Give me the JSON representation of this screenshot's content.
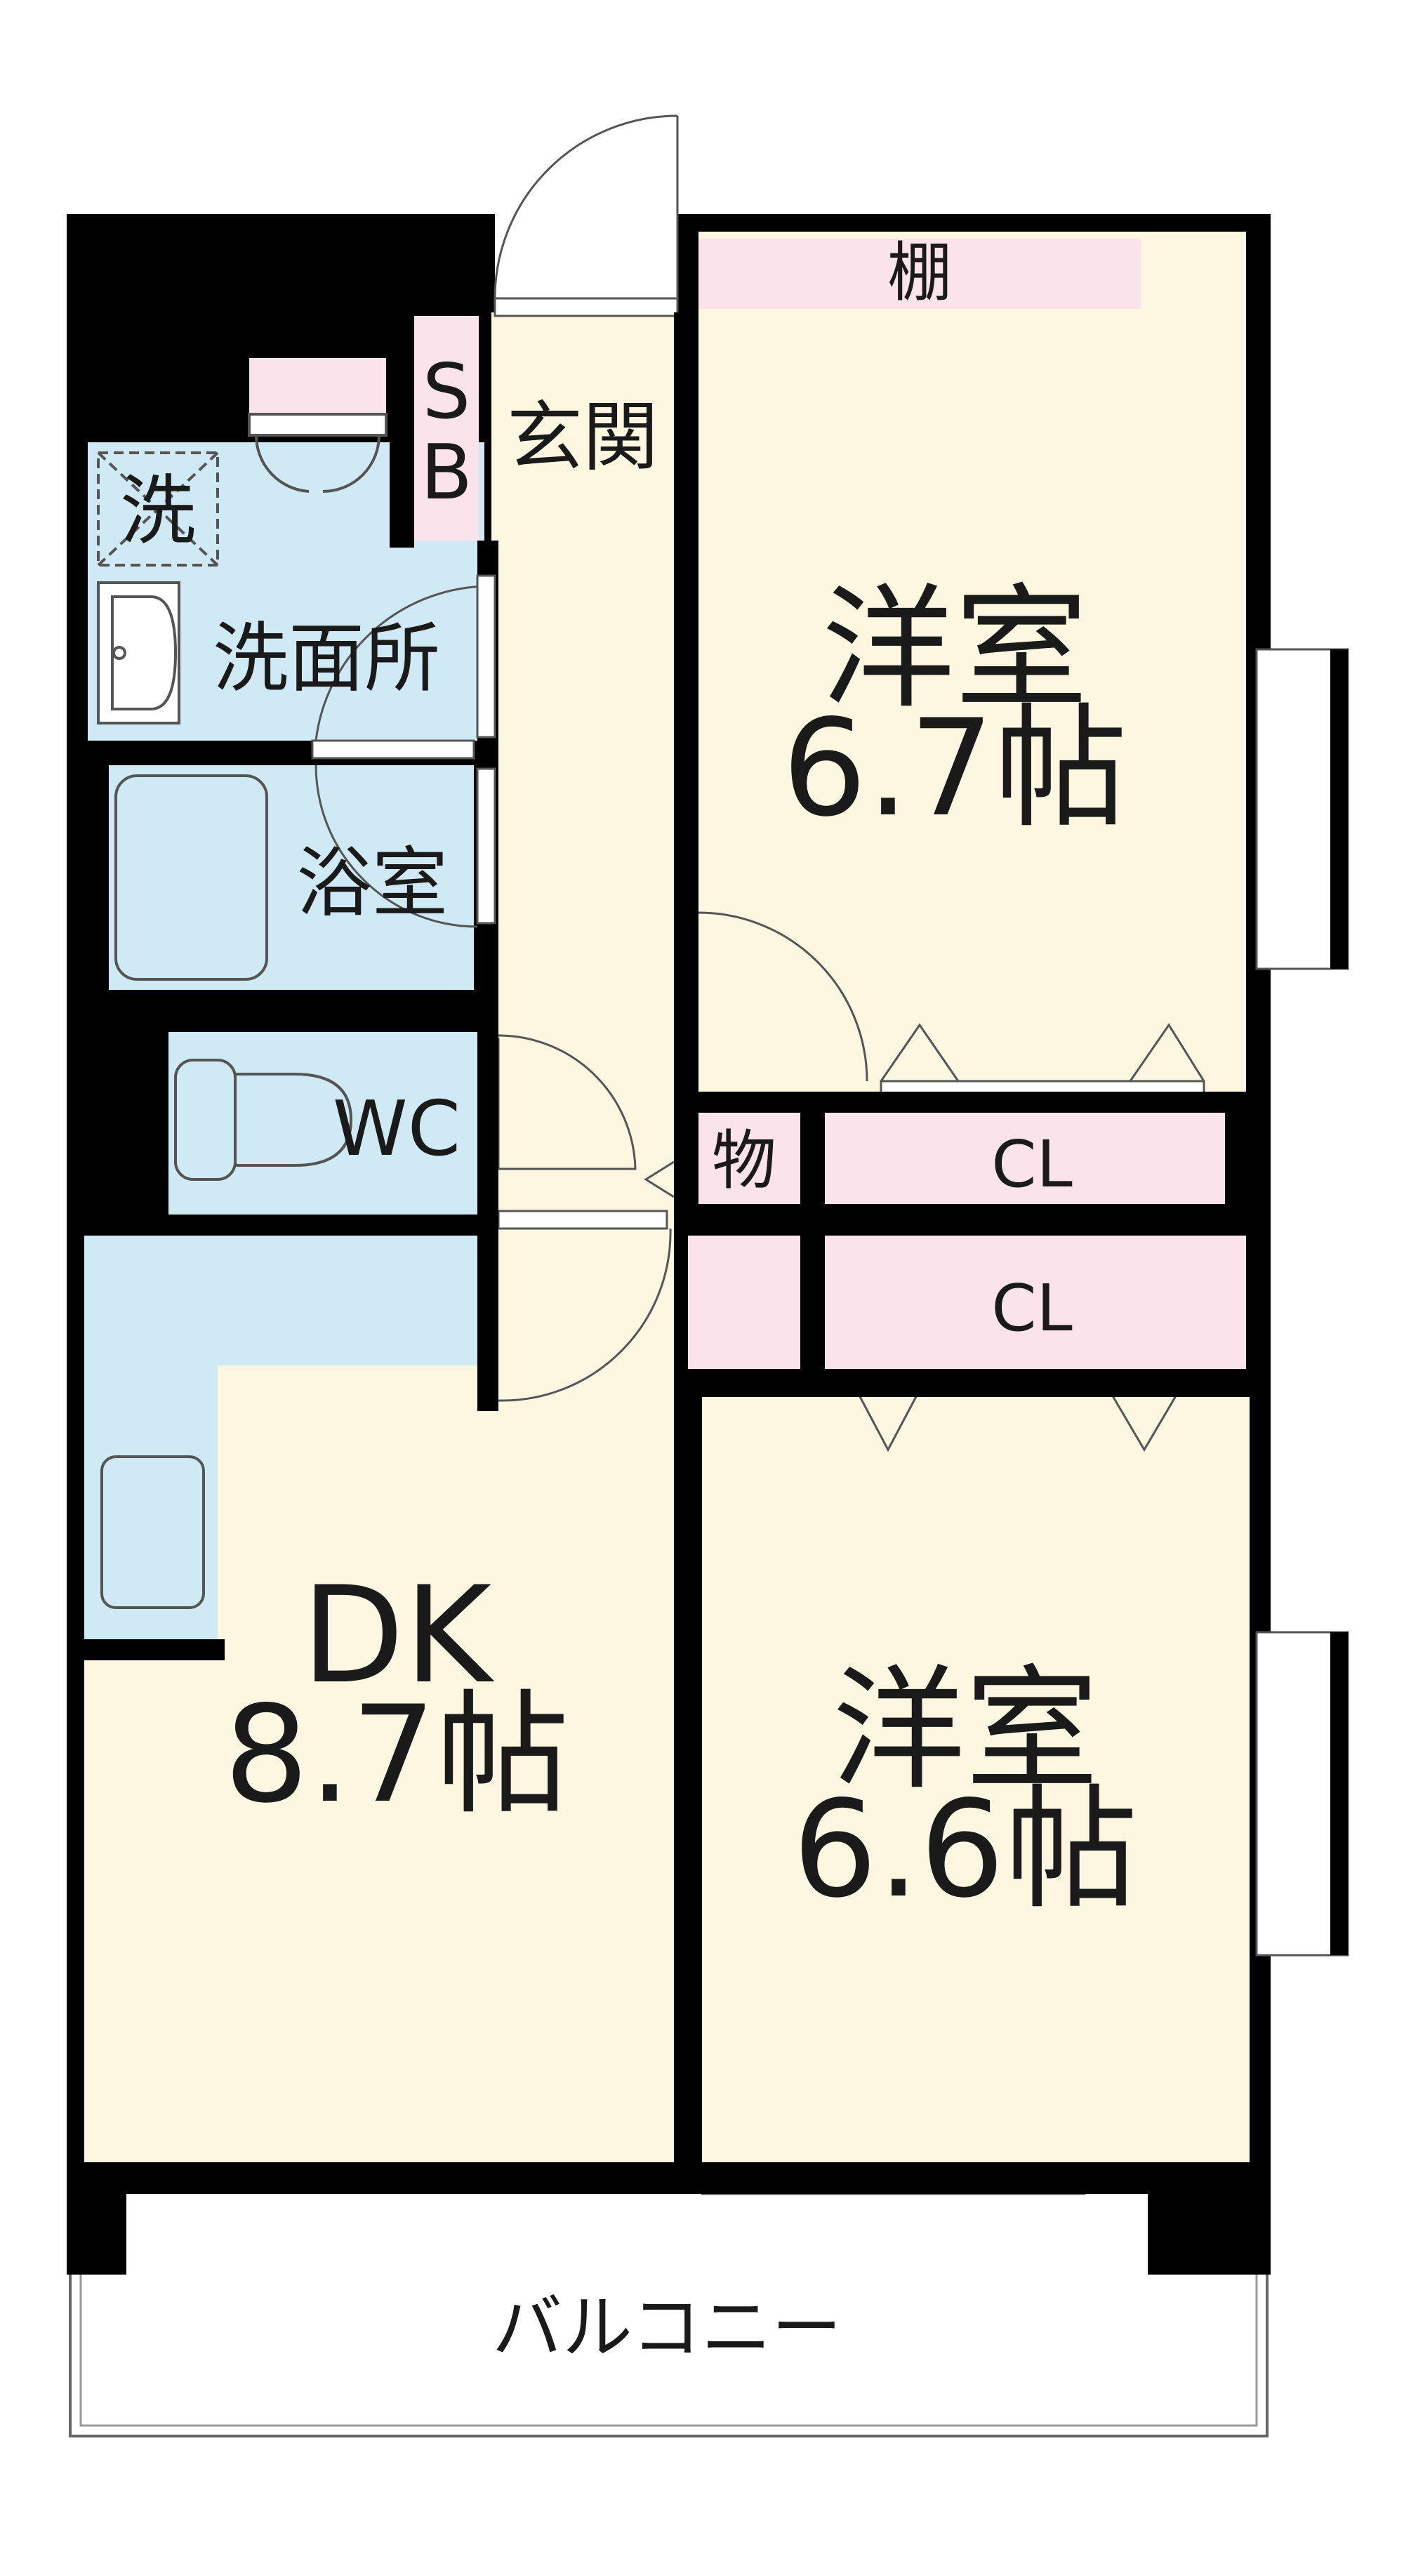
{
  "colors": {
    "wall": "#000000",
    "room_floor": "#fdf7e2",
    "wet_area": "#cfe9f5",
    "storage": "#fbe3ec",
    "balcony": "#ffffff",
    "fixture_line": "#555555"
  },
  "rooms": {
    "western_1": {
      "name": "洋室",
      "size": "6.7帖"
    },
    "western_2": {
      "name": "洋室",
      "size": "6.6帖"
    },
    "dk": {
      "name": "DK",
      "size": "8.7帖"
    },
    "entrance": {
      "name": "玄関"
    },
    "shoe_box": {
      "line1": "S",
      "line2": "B"
    },
    "washroom": {
      "name": "洗面所"
    },
    "washer": {
      "name": "洗"
    },
    "bathroom": {
      "name": "浴室"
    },
    "toilet": {
      "name": "WC"
    },
    "storage": {
      "name": "物"
    },
    "closet_1": {
      "name": "CL"
    },
    "closet_2": {
      "name": "CL"
    },
    "shelf": {
      "name": "棚"
    },
    "balcony": {
      "name": "バルコニー"
    }
  },
  "icons": [
    "door-swing-icon",
    "sliding-door-icon",
    "washbasin-icon",
    "bathtub-icon",
    "toilet-icon",
    "kitchen-sink-icon",
    "window-icon",
    "washer-pan-icon"
  ]
}
